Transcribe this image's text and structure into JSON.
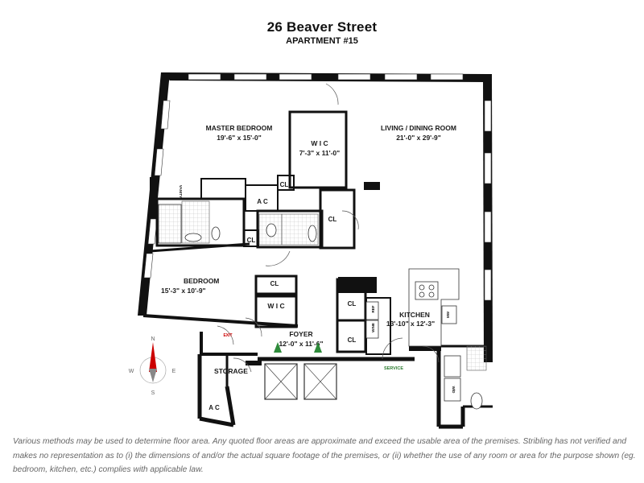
{
  "header": {
    "address": "26 Beaver Street",
    "unit": "APARTMENT #15"
  },
  "rooms": {
    "master_bedroom": {
      "name": "MASTER BEDROOM",
      "dims": "19'-6\" x 15'-0\""
    },
    "wic_master": {
      "name": "W I C",
      "dims": "7'-3\" x 11'-0\""
    },
    "living_dining": {
      "name": "LIVING / DINING ROOM",
      "dims": "21'-0\" x 29'-9\""
    },
    "bedroom": {
      "name": "BEDROOM",
      "dims": "15'-3\" x 10'-9\""
    },
    "kitchen": {
      "name": "KITCHEN",
      "dims": "13'-10\" x 12'-3\""
    },
    "foyer": {
      "name": "FOYER",
      "dims": "12'-0\" x 11'-6\""
    },
    "storage": {
      "name": "STORAGE"
    },
    "wic_bedroom": {
      "name": "W I C"
    }
  },
  "small_labels": {
    "ac_1": "A C",
    "ac_2": "A C",
    "cl_1": "CL",
    "cl_2": "CL",
    "cl_3": "CL",
    "cl_4": "CL",
    "cl_5": "CL",
    "cl_6": "CL",
    "vanity": "VANITY",
    "ref": "REF",
    "wine": "WINE",
    "mw": "MW",
    "w_d": "W/D",
    "exit": "EXIT",
    "service": "SERVICE"
  },
  "compass": {
    "n": "N",
    "s": "S",
    "e": "E",
    "w": "W"
  },
  "colors": {
    "wall": "#111111",
    "exit": "#cc0000",
    "service": "#2e7d32",
    "arrow": "#2e8b3a",
    "needle": "#cc0000"
  },
  "disclaimer": "Various methods may be used to determine floor area. Any quoted floor areas are approximate and exceed the usable area of the premises. Stribling has not verified and makes no representation as to (i) the dimensions of and/or the actual square footage of the premises, or (ii) whether the use of any room or area for the purpose shown (eg. bedroom, kitchen, etc.) complies with applicable law."
}
